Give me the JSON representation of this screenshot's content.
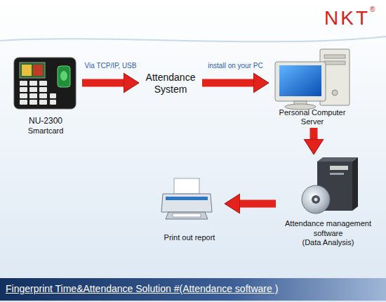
{
  "diagram": {
    "caption": "Fingerprint Time&Attendance Solution #(Attendance software )",
    "nodes": [
      {
        "text": [
          "NU-2300",
          "Smartcard"
        ]
      },
      {
        "text": [
          "Attendance System"
        ]
      },
      {
        "text": [
          "Personal Computer Server"
        ]
      },
      {
        "text": [
          "Attendance management software",
          "(Data Analysis)"
        ]
      },
      {
        "text": [
          "Print out report"
        ]
      }
    ],
    "edges": [
      {
        "from": 0,
        "to": 1,
        "label": "Via TCP/IP, USB",
        "arrow": "to"
      },
      {
        "from": 1,
        "to": 2,
        "label": "install on your PC",
        "arrow": "to"
      },
      {
        "from": 2,
        "to": 3,
        "arrow": "to"
      },
      {
        "from": 3,
        "to": 4,
        "arrow": "to"
      }
    ],
    "labels": [
      "NKT",
      "®"
    ]
  }
}
